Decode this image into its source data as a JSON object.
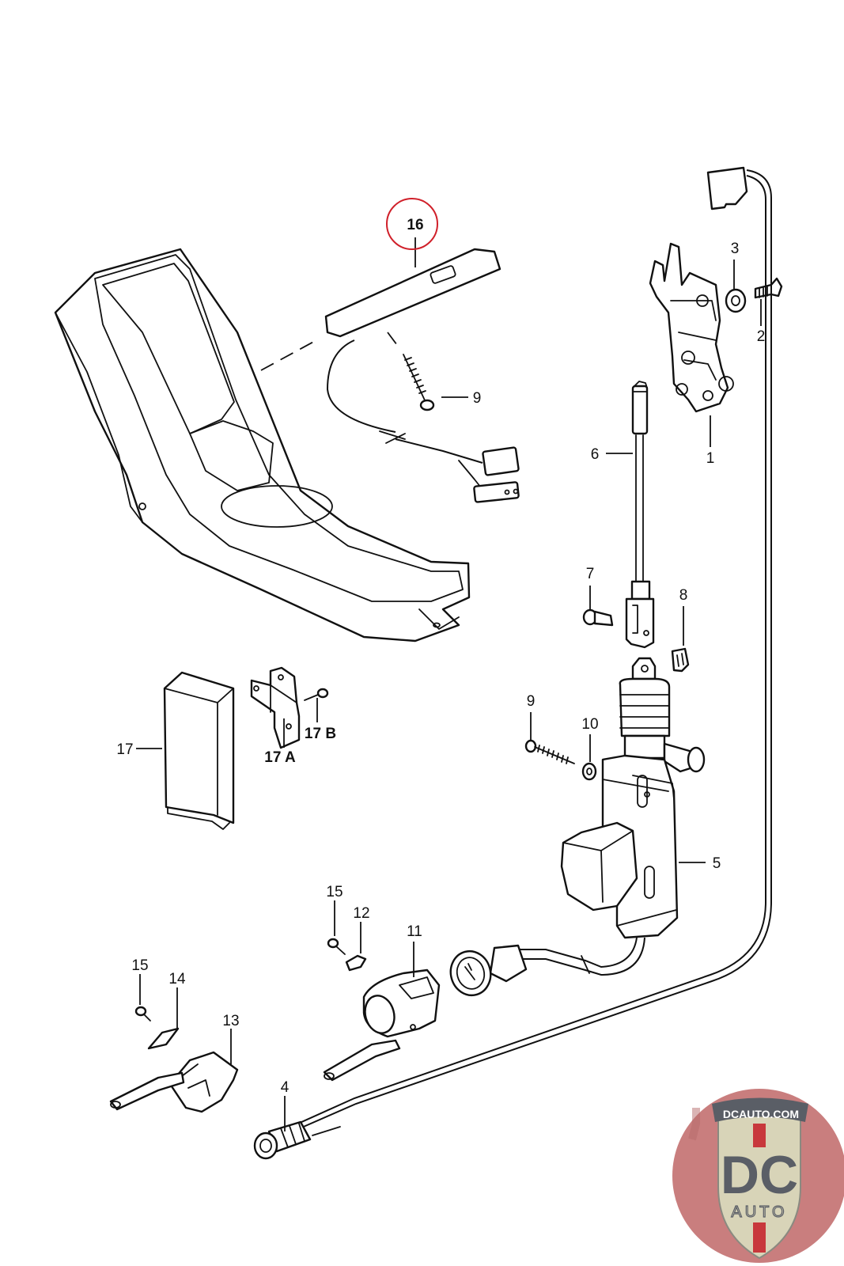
{
  "diagram": {
    "type": "exploded-parts-diagram",
    "subject": "Central locking / door lock components",
    "highlighted_part": "16",
    "highlight_color": "#d0202a",
    "callouts": [
      {
        "id": "c1",
        "label": "1",
        "part": "door-lock-mechanism"
      },
      {
        "id": "c2",
        "label": "2",
        "part": "screw"
      },
      {
        "id": "c3",
        "label": "3",
        "part": "washer"
      },
      {
        "id": "c4",
        "label": "4",
        "part": "bowden-cable"
      },
      {
        "id": "c5",
        "label": "5",
        "part": "lock-actuator"
      },
      {
        "id": "c6",
        "label": "6",
        "part": "connecting-rod"
      },
      {
        "id": "c7",
        "label": "7",
        "part": "pin"
      },
      {
        "id": "c8",
        "label": "8",
        "part": "retaining-clip"
      },
      {
        "id": "c9a",
        "label": "9",
        "part": "tapping-screw"
      },
      {
        "id": "c9b",
        "label": "9",
        "part": "tapping-screw"
      },
      {
        "id": "c10",
        "label": "10",
        "part": "washer"
      },
      {
        "id": "c11",
        "label": "11",
        "part": "cable-holder"
      },
      {
        "id": "c12",
        "label": "12",
        "part": "clip"
      },
      {
        "id": "c13",
        "label": "13",
        "part": "cable-holder"
      },
      {
        "id": "c14",
        "label": "14",
        "part": "plate"
      },
      {
        "id": "c15a",
        "label": "15",
        "part": "screw"
      },
      {
        "id": "c15b",
        "label": "15",
        "part": "screw"
      },
      {
        "id": "c16",
        "label": "16",
        "part": "control-switch"
      },
      {
        "id": "c17",
        "label": "17",
        "part": "control-unit"
      },
      {
        "id": "c17a",
        "label": "17 A",
        "part": "bracket"
      },
      {
        "id": "c17b",
        "label": "17 B",
        "part": "screw"
      }
    ]
  },
  "watermark": {
    "site": "DCAUTO.COM",
    "monogram": "DC",
    "sub": "AUTO",
    "colors": {
      "circle": "#c97e7e",
      "shield": "#d8d4b8",
      "stripe": "#c8383c",
      "text": "#5a5e66"
    }
  }
}
